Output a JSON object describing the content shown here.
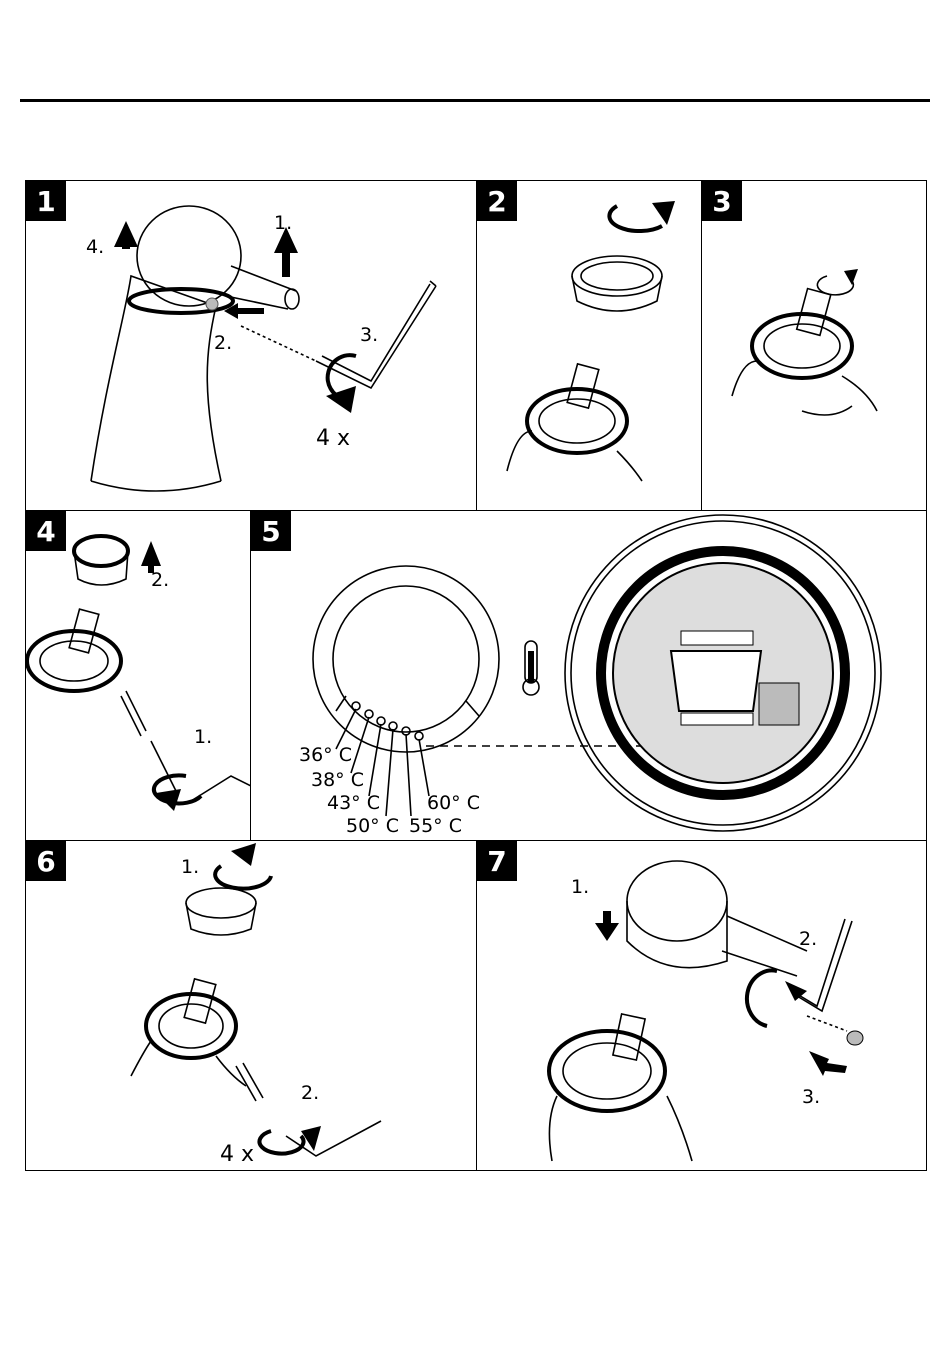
{
  "steps": [
    {
      "number": "1",
      "labels": {
        "s1": "1.",
        "s2": "2.",
        "s3": "3.",
        "s4": "4.",
        "count": "4 x"
      }
    },
    {
      "number": "2"
    },
    {
      "number": "3"
    },
    {
      "number": "4",
      "labels": {
        "s1": "1.",
        "s2": "2."
      }
    },
    {
      "number": "5",
      "temperatures": [
        "36° C",
        "38° C",
        "43° C",
        "50° C",
        "55° C",
        "60° C"
      ]
    },
    {
      "number": "6",
      "labels": {
        "s1": "1.",
        "s2": "2.",
        "count": "4 x"
      }
    },
    {
      "number": "7",
      "labels": {
        "s1": "1.",
        "s2": "2.",
        "s3": "3."
      }
    }
  ],
  "icons": [
    "thermometer-icon",
    "allen-key-icon",
    "arrow-icon",
    "rotate-arrow-icon"
  ]
}
